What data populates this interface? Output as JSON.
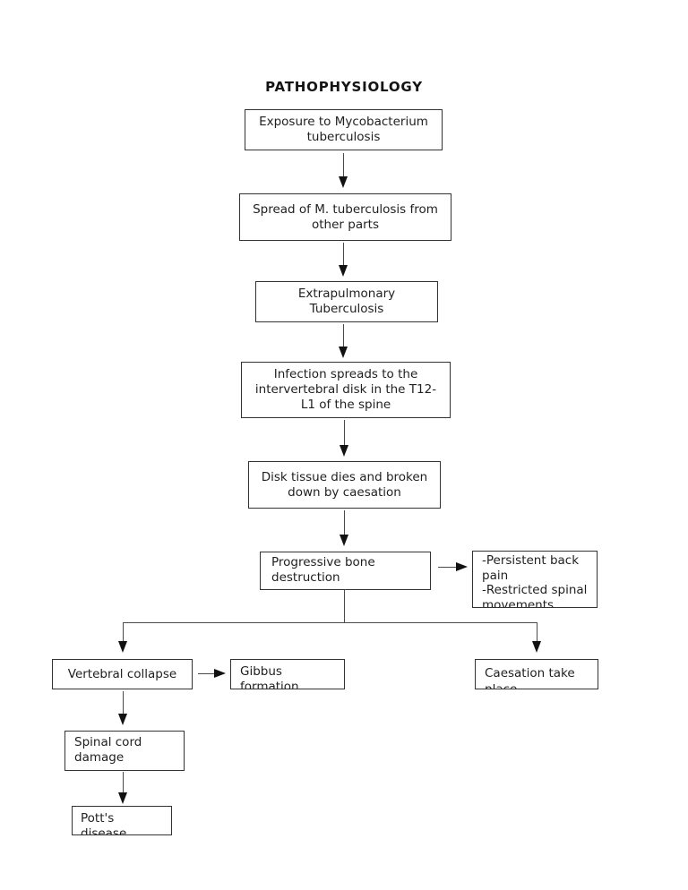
{
  "title": "PATHOPHYSIOLOGY",
  "nodes": {
    "exposure": {
      "lines": [
        "Exposure to Mycobacterium",
        "tuberculosis"
      ]
    },
    "spread": {
      "lines": [
        "Spread of M. tuberculosis from",
        "other parts"
      ]
    },
    "extrapulmonary": {
      "lines": [
        "Extrapulmonary",
        "Tuberculosis"
      ]
    },
    "infection": {
      "lines": [
        "Infection spreads to the",
        "intervertebral disk in the T12-",
        "L1 of the spine"
      ]
    },
    "disk_breakdown": {
      "lines": [
        "Disk tissue dies and broken",
        "down by caesation"
      ]
    },
    "bone_destruction": {
      "lines": [
        "Progressive bone",
        "destruction"
      ]
    },
    "symptoms": {
      "lines": [
        "-Persistent back",
        "pain",
        "-Restricted spinal",
        "movements"
      ]
    },
    "vertebral_collapse": {
      "lines": [
        "Vertebral collapse"
      ]
    },
    "gibbus": {
      "lines": [
        "Gibbus",
        "formation"
      ]
    },
    "caesation": {
      "lines": [
        "Caesation take",
        "place"
      ]
    },
    "spinal_cord": {
      "lines": [
        "Spinal cord",
        "damage"
      ]
    },
    "potts": {
      "lines": [
        "Pott's",
        "disease"
      ]
    }
  },
  "colors": {
    "background": "#ffffff",
    "box_border": "#333333",
    "text": "#1f1f1f",
    "arrow": "#121212"
  }
}
